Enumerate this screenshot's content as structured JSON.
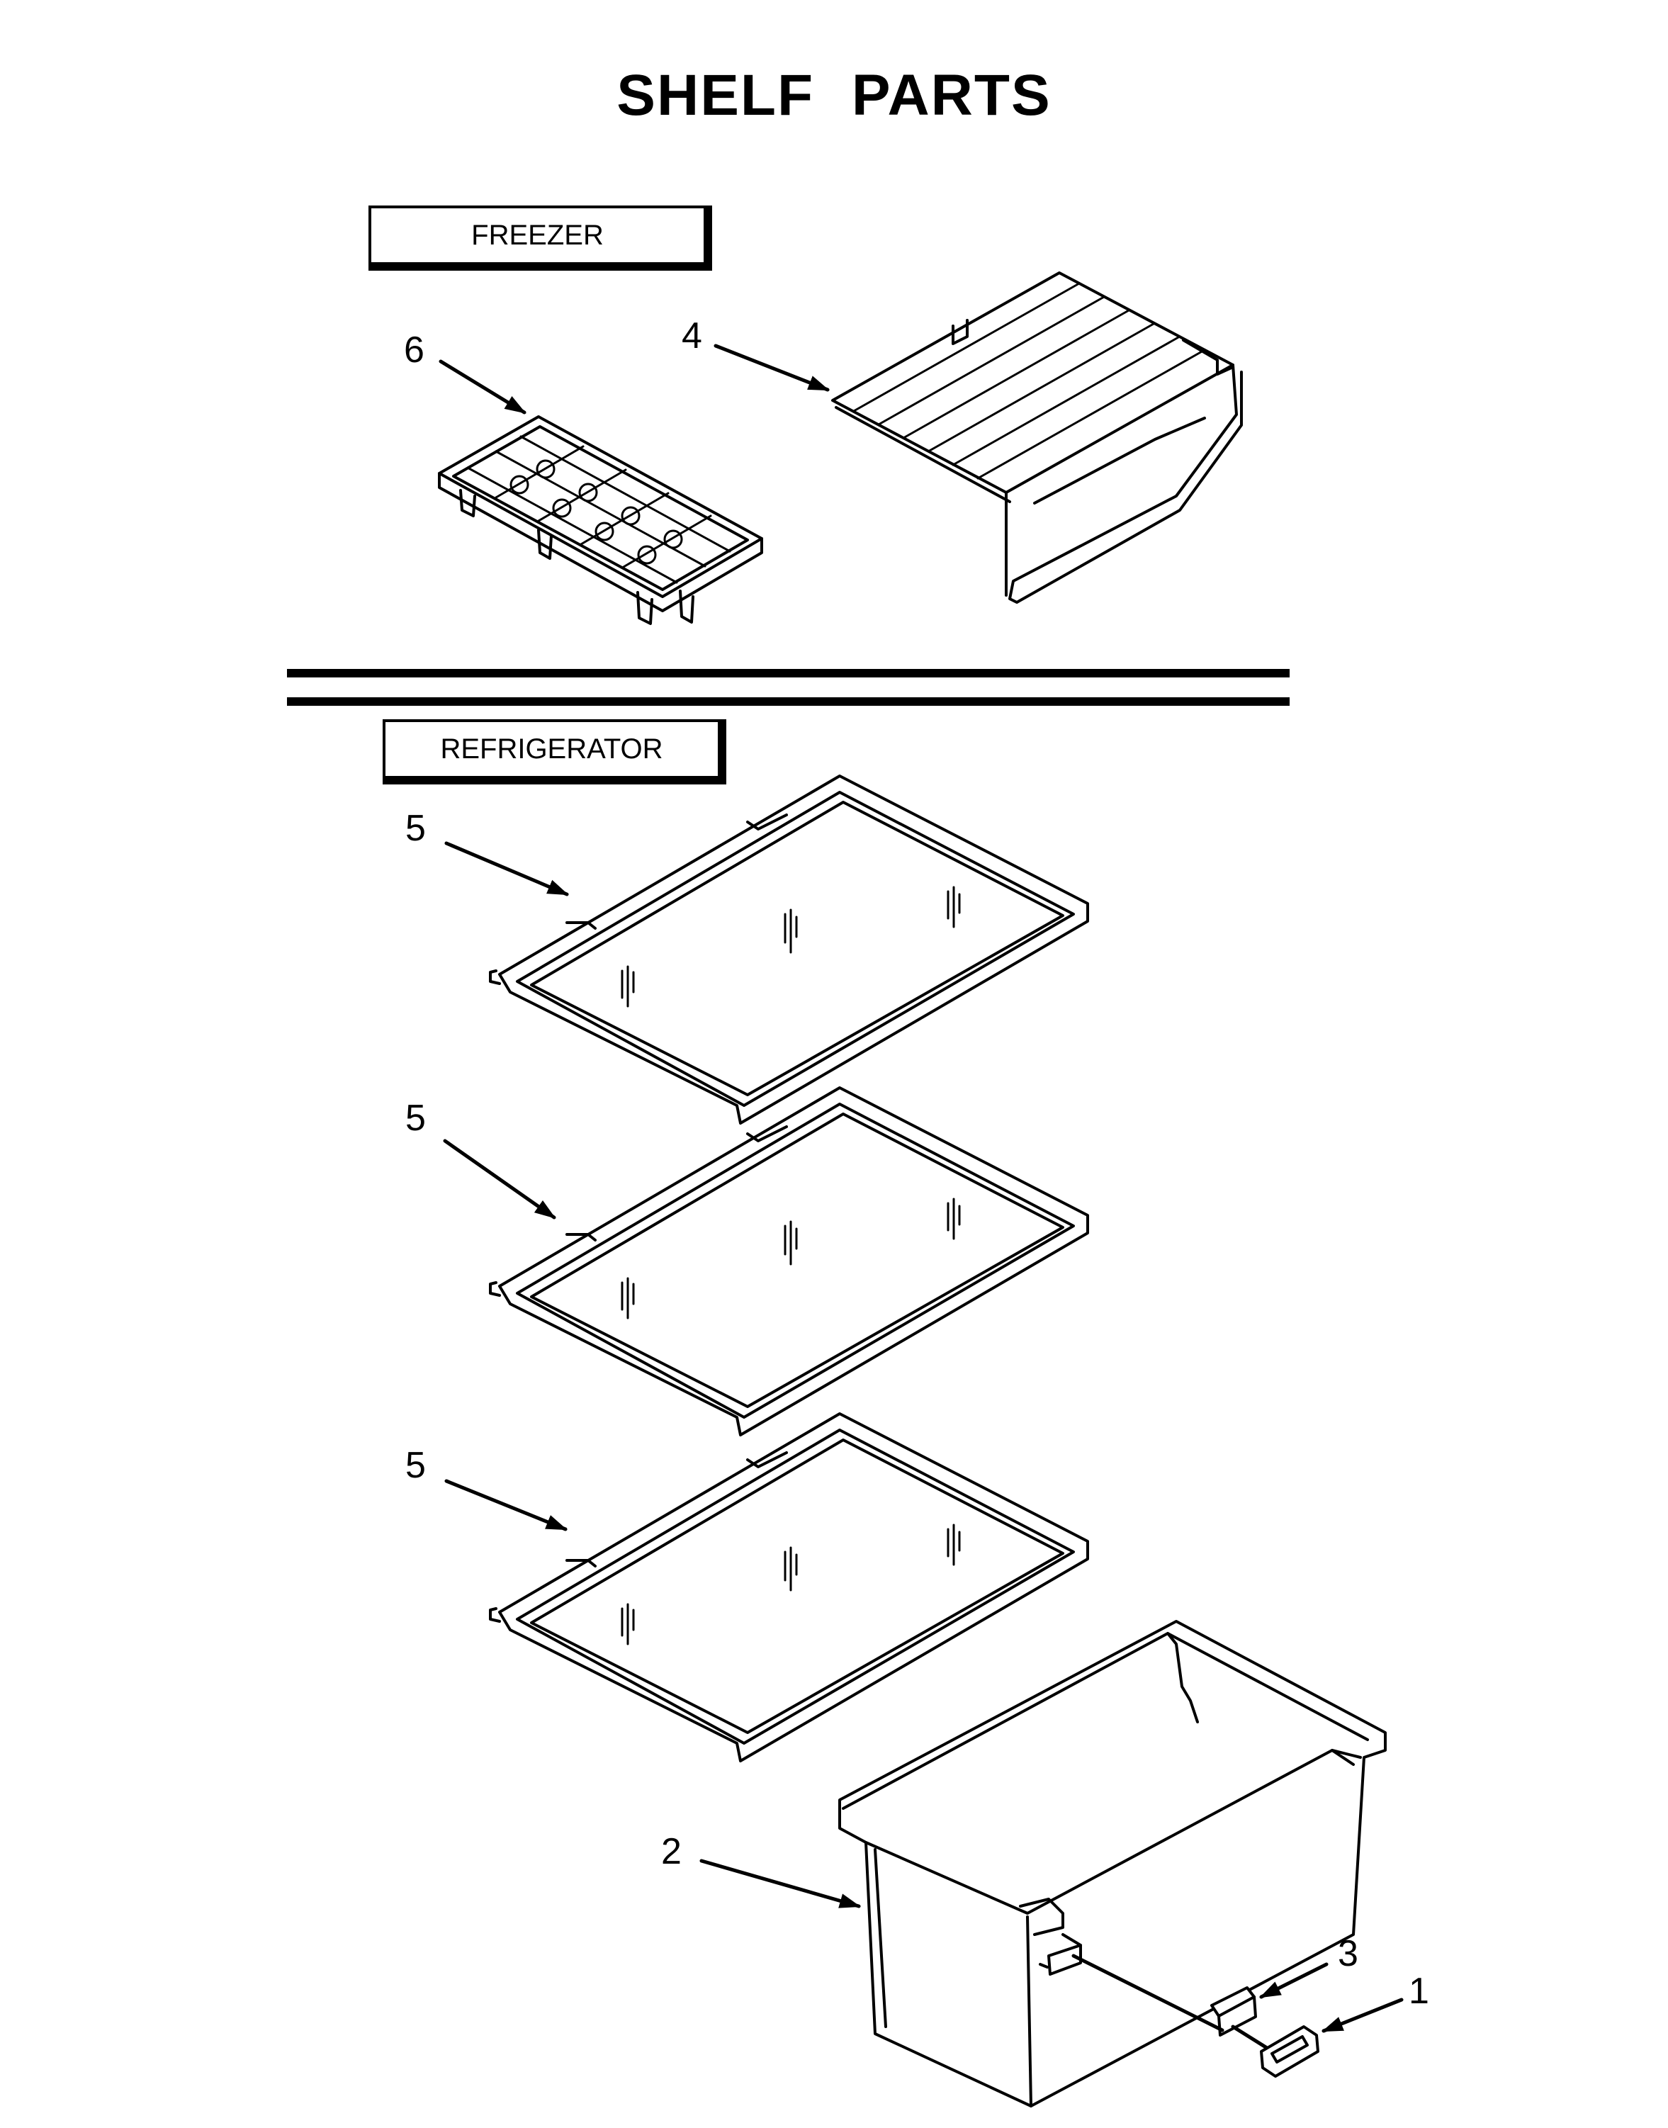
{
  "title": "SHELF PARTS",
  "sections": {
    "freezer": "FREEZER",
    "refrigerator": "REFRIGERATOR"
  },
  "callouts": {
    "ice_tray": "6",
    "wire_shelf": "4",
    "glass_shelf_1": "5",
    "glass_shelf_2": "5",
    "glass_shelf_3": "5",
    "crisper_drawer": "2",
    "drawer_insert": "3",
    "drawer_handle": "1"
  }
}
